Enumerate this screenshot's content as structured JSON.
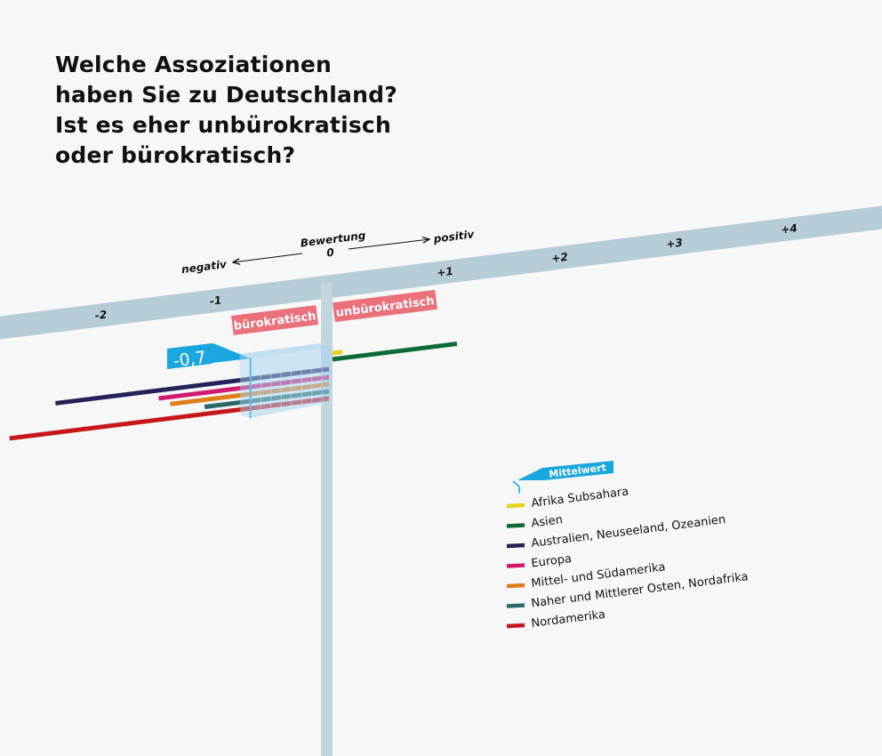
{
  "title_lines": [
    "Welche Assoziationen",
    "haben Sie zu Deutschland?",
    "Ist es eher unbürokratisch",
    "oder bürokratisch?"
  ],
  "chart_data": {
    "type": "bar",
    "orientation": "horizontal-diverging",
    "title": "Welche Assoziationen haben Sie zu Deutschland? Ist es eher unbürokratisch oder bürokratisch?",
    "axis": {
      "label": "Bewertung",
      "negative_label": "negativ",
      "positive_label": "positiv",
      "zero_label": "0",
      "ticks": [
        -2,
        -1,
        1,
        2,
        3,
        4
      ],
      "tick_labels": [
        "-2",
        "-1",
        "+1",
        "+2",
        "+3",
        "+4"
      ],
      "range": [
        -2.8,
        4.9
      ]
    },
    "pole_labels": {
      "negative": "bürokratisch",
      "positive": "unbürokratisch"
    },
    "mean": {
      "value": -0.7,
      "label": "-0,7",
      "legend_label": "Mittelwert"
    },
    "series": [
      {
        "name": "Afrika Subsahara",
        "value": 0.1,
        "color": "#e8d21d"
      },
      {
        "name": "Asien",
        "value": 1.1,
        "color": "#0d6b38"
      },
      {
        "name": "Australien, Neuseeland, Ozeanien",
        "value": -2.4,
        "color": "#23235a"
      },
      {
        "name": "Europa",
        "value": -1.5,
        "color": "#d01a72"
      },
      {
        "name": "Mittel- und Südamerika",
        "value": -1.4,
        "color": "#e07e1e"
      },
      {
        "name": "Naher und Mittlerer Osten, Nordafrika",
        "value": -1.1,
        "color": "#2b6868"
      },
      {
        "name": "Nordamerika",
        "value": -2.8,
        "color": "#c8161d"
      }
    ]
  },
  "colors": {
    "axis_band": "#b6ccd7",
    "tag_bg": "#ea707b",
    "mean_accent": "#1aa6de",
    "mean_box": "#a9d3ee",
    "background": "#f7f7f7"
  }
}
